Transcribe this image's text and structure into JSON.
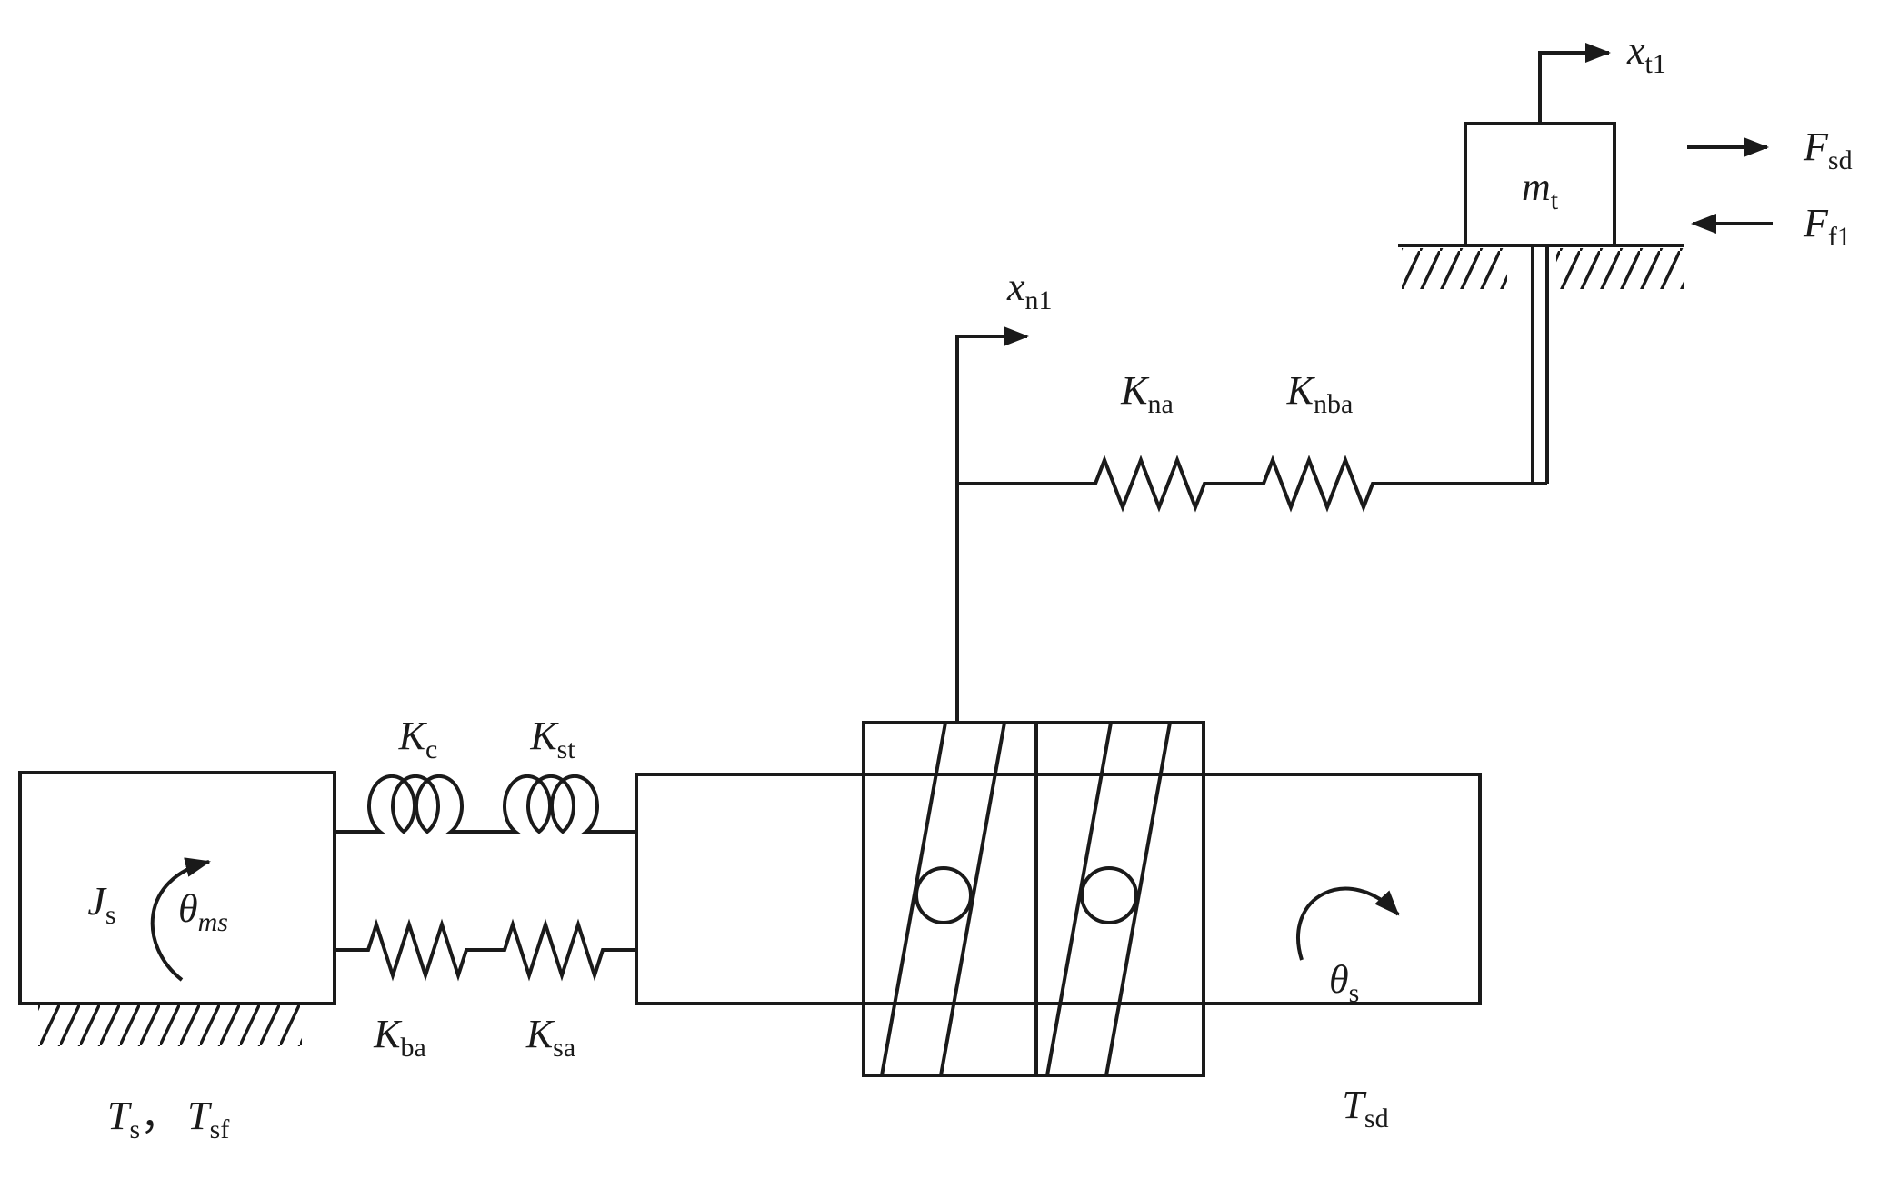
{
  "diagram": {
    "colors": {
      "line": "#1a1a1a",
      "background": "#ffffff"
    },
    "labels": {
      "x_t1": {
        "main": "x",
        "sub": "t1"
      },
      "m_t": {
        "main": "m",
        "sub": "t"
      },
      "F_sd": {
        "main": "F",
        "sub": "sd"
      },
      "F_f1": {
        "main": "F",
        "sub": "f1"
      },
      "x_n1": {
        "main": "x",
        "sub": "n1"
      },
      "K_na": {
        "main": "K",
        "sub": "na"
      },
      "K_nba": {
        "main": "K",
        "sub": "nba"
      },
      "K_c": {
        "main": "K",
        "sub": "c"
      },
      "K_st": {
        "main": "K",
        "sub": "st"
      },
      "K_ba": {
        "main": "K",
        "sub": "ba"
      },
      "K_sa": {
        "main": "K",
        "sub": "sa"
      },
      "J_s": {
        "main": "J",
        "sub": "s"
      },
      "theta_ms": {
        "main": "θ",
        "sub": "ms"
      },
      "theta_s": {
        "main": "θ",
        "sub": "s"
      },
      "T_s_T_sf": {
        "main1": "T",
        "sub1": "s",
        "separator": "，",
        "main2": "T",
        "sub2": "sf"
      },
      "T_sd": {
        "main": "T",
        "sub": "sd"
      }
    }
  }
}
